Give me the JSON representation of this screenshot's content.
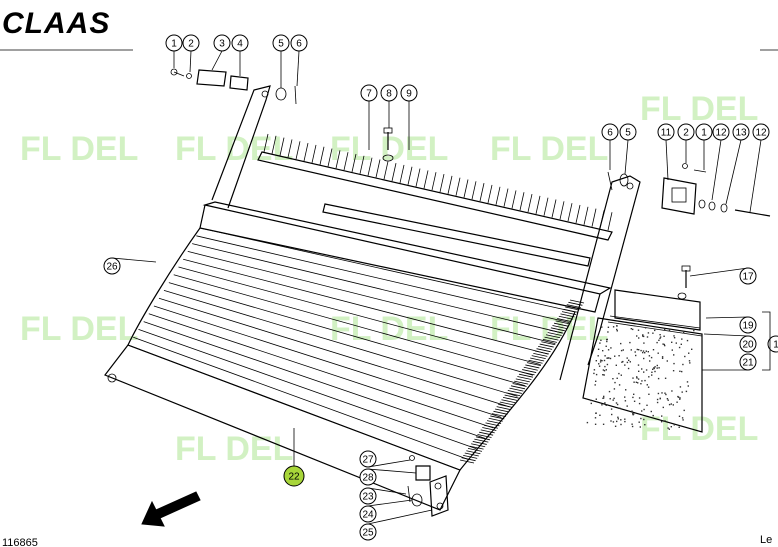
{
  "brand": {
    "logo_text": "CLAAS"
  },
  "watermark": {
    "text": "FL DEL"
  },
  "diagram": {
    "drawing_number": "116865",
    "corner_note": "Le",
    "highlighted_part": "22",
    "callouts": [
      {
        "id": "1"
      },
      {
        "id": "2"
      },
      {
        "id": "3"
      },
      {
        "id": "4"
      },
      {
        "id": "5"
      },
      {
        "id": "6"
      },
      {
        "id": "7"
      },
      {
        "id": "8"
      },
      {
        "id": "9"
      },
      {
        "id": "6"
      },
      {
        "id": "5"
      },
      {
        "id": "11"
      },
      {
        "id": "2"
      },
      {
        "id": "1"
      },
      {
        "id": "12"
      },
      {
        "id": "13"
      },
      {
        "id": "12"
      },
      {
        "id": "17"
      },
      {
        "id": "19"
      },
      {
        "id": "20"
      },
      {
        "id": "21"
      },
      {
        "id": "1"
      },
      {
        "id": "26"
      },
      {
        "id": "22"
      },
      {
        "id": "27"
      },
      {
        "id": "28"
      },
      {
        "id": "23"
      },
      {
        "id": "24"
      },
      {
        "id": "25"
      }
    ]
  }
}
